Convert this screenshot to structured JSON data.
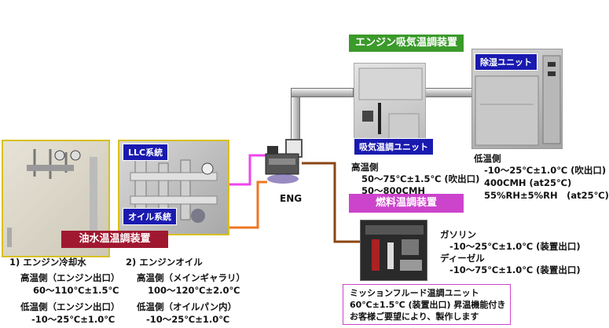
{
  "oil_water_unit": {
    "title": "油水温温調装置",
    "llc_label": "LLC系統",
    "oil_label": "オイル系統",
    "coolant": {
      "heading": "1) エンジン冷却水",
      "high_label": "高温側（エンジン出口）",
      "high_value": "60～110℃±1.5℃",
      "low_label": "低温側（エンジン出口）",
      "low_value": "-10～25℃±1.0℃"
    },
    "oil": {
      "heading": "2) エンジンオイル",
      "high_label": "高温側（メインギャラリ）",
      "high_value": "100～120℃±2.0℃",
      "low_label": "低温側（オイルパン内）",
      "low_value": "-10～25℃±1.0℃"
    }
  },
  "intake_unit": {
    "title": "エンジン吸気温調装置",
    "unit_label": "吸気温調ユニット",
    "high_label": "高温側",
    "high_value1": "50～75℃±1.5℃ (吹出口)",
    "high_value2": "50～800CMH"
  },
  "dehumid_unit": {
    "unit_label": "除湿ユニット",
    "low_label": "低温側",
    "low_value1": "-10～25℃±1.0℃ (吹出口)",
    "low_value2": "400CMH (at25℃)",
    "low_value3": "55%RH±5%RH　(at25℃)"
  },
  "engine": {
    "label": "ENG"
  },
  "fuel_unit": {
    "title": "燃料温調装置",
    "gasoline_label": "ガソリン",
    "gasoline_value": "-10～25℃±1.0℃ (装置出口)",
    "diesel_label": "ディーゼル",
    "diesel_value": "-10～75℃±1.0℃ (装置出口)"
  },
  "mission_unit": {
    "line1": "ミッションフルード温調ユニット",
    "line2": "60℃±1.5℃ (装置出口) 昇温機能付き",
    "line3": "お客様ご要望により、製作します"
  },
  "colors": {
    "green": "#3a9a2a",
    "maroon": "#a01830",
    "magenta": "#cc44cc",
    "blue": "#1a1ab0",
    "pink_line": "#ee44ee",
    "orange_line": "#ee7722",
    "brown_line": "#8b4513",
    "photo_border": "#d8c020"
  }
}
